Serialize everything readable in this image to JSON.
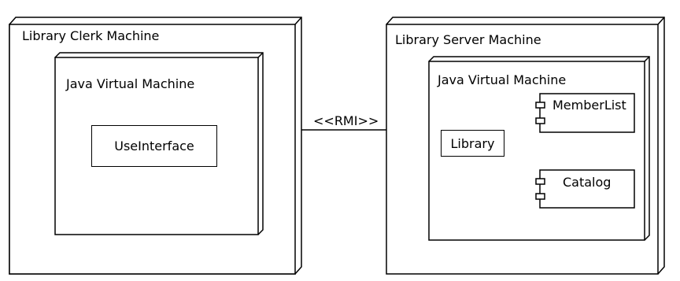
{
  "diagram": {
    "clerk_node": {
      "title": "Library Clerk Machine",
      "jvm": {
        "title": "Java Virtual Machine",
        "component": "UseInterface"
      }
    },
    "connector": {
      "label": "<<RMI>>"
    },
    "server_node": {
      "title": "Library Server Machine",
      "jvm": {
        "title": "Java Virtual Machine",
        "library": "Library",
        "components": [
          "MemberList",
          "Catalog"
        ]
      }
    }
  }
}
